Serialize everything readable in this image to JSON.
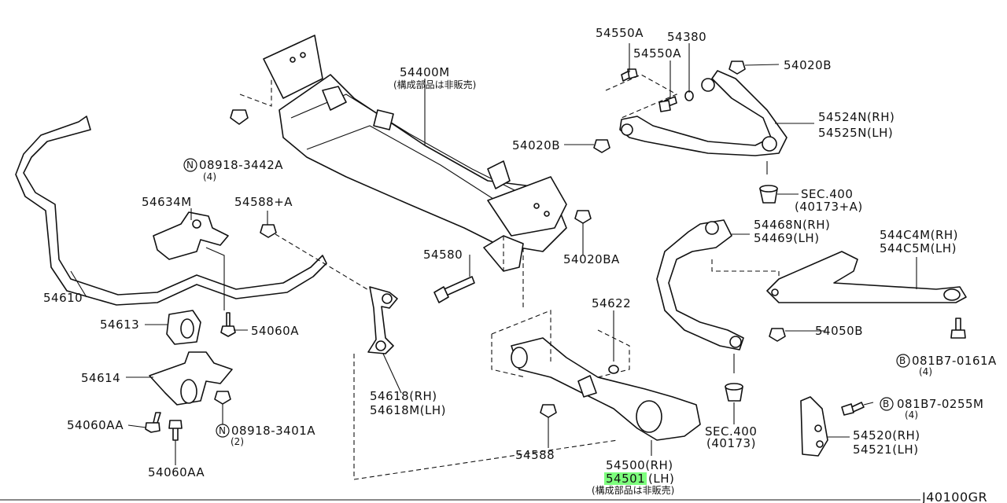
{
  "diagram_code": "J40100GR",
  "note": "(構成部品は非販売)",
  "highlight_color": "#7dff7d",
  "labels": {
    "p54550a_top": "54550A",
    "p54380": "54380",
    "p54550a_2": "54550A",
    "p54020b_top": "54020B",
    "p54400m": "54400M",
    "p54524n": "54524N(RH)",
    "p54525n": "54525N(LH)",
    "p54020b_mid": "54020B",
    "n08918_3442a": "08918-3442A",
    "n08918_3442a_qty": "(4)",
    "sec400_a": "SEC.400",
    "sec400_a_ref": "(40173+A)",
    "p54634m": "54634M",
    "p54588a": "54588+A",
    "p54468n": "54468N(RH)",
    "p54469": "54469(LH)",
    "p544c4m": "544C4M(RH)",
    "p544c5m": "544C5M(LH)",
    "p54580": "54580",
    "p54020ba": "54020BA",
    "p54610": "54610",
    "p54622": "54622",
    "p54613": "54613",
    "p54060a": "54060A",
    "p54050b": "54050B",
    "b081b7_0161a": "081B7-0161A",
    "b081b7_0161a_qty": "(4)",
    "p54614": "54614",
    "p54618": "54618(RH)",
    "p54618m": "54618M(LH)",
    "b081b7_0255m": "081B7-0255M",
    "b081b7_0255m_qty": "(4)",
    "p54060aa_1": "54060AA",
    "n08918_3401a": "08918-3401A",
    "n08918_3401a_qty": "(2)",
    "sec400_b": "SEC.400",
    "sec400_b_ref": "(40173)",
    "p54520": "54520(RH)",
    "p54521": "54521(LH)",
    "p54588": "54588",
    "p54500": "54500(RH)",
    "p54501_num": "54501",
    "p54501_side": "(LH)",
    "p54060aa_2": "54060AA",
    "mark_n": "N",
    "mark_b": "B"
  }
}
